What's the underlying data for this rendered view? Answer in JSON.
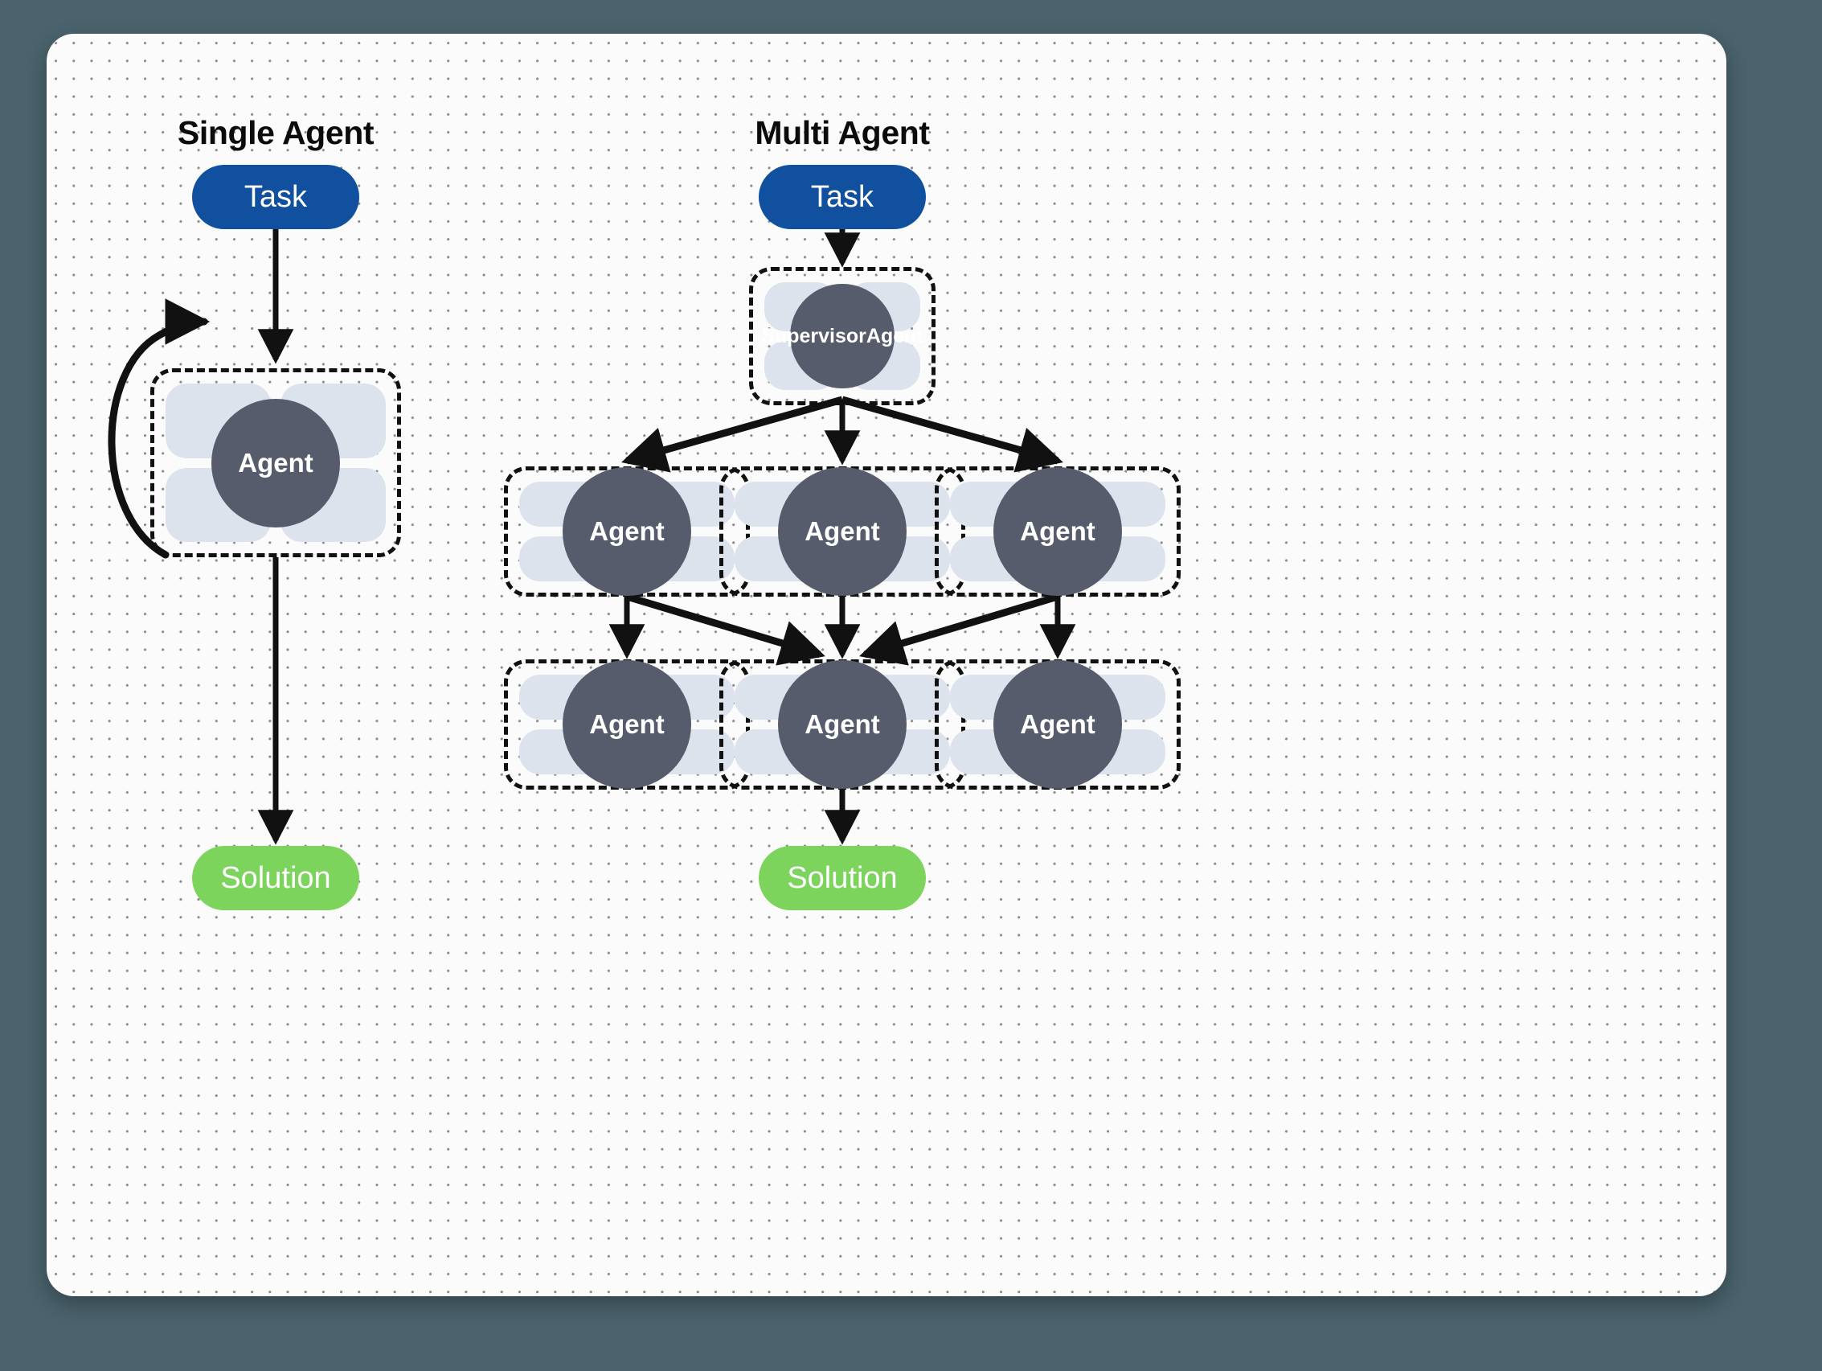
{
  "theme": {
    "page_background": "#4a636c",
    "card_background": "#fbfbfb",
    "dot_color": "#8c8c8c",
    "task_color": "#10509f",
    "solution_color": "#7cd45c",
    "agent_core_color": "#565c6b",
    "quadrant_color": "#dde3ec",
    "edge_color": "#111111"
  },
  "sections": {
    "single": {
      "title": "Single Agent",
      "task_label": "Task",
      "agent_label": "Agent",
      "solution_label": "Solution"
    },
    "multi": {
      "title": "Multi Agent",
      "task_label": "Task",
      "supervisor_label_line1": "Supervisor",
      "supervisor_label_line2": "Agent",
      "agent_label": "Agent",
      "solution_label": "Solution",
      "row1_labels": [
        "Agent",
        "Agent",
        "Agent"
      ],
      "row2_labels": [
        "Agent",
        "Agent",
        "Agent"
      ]
    }
  }
}
